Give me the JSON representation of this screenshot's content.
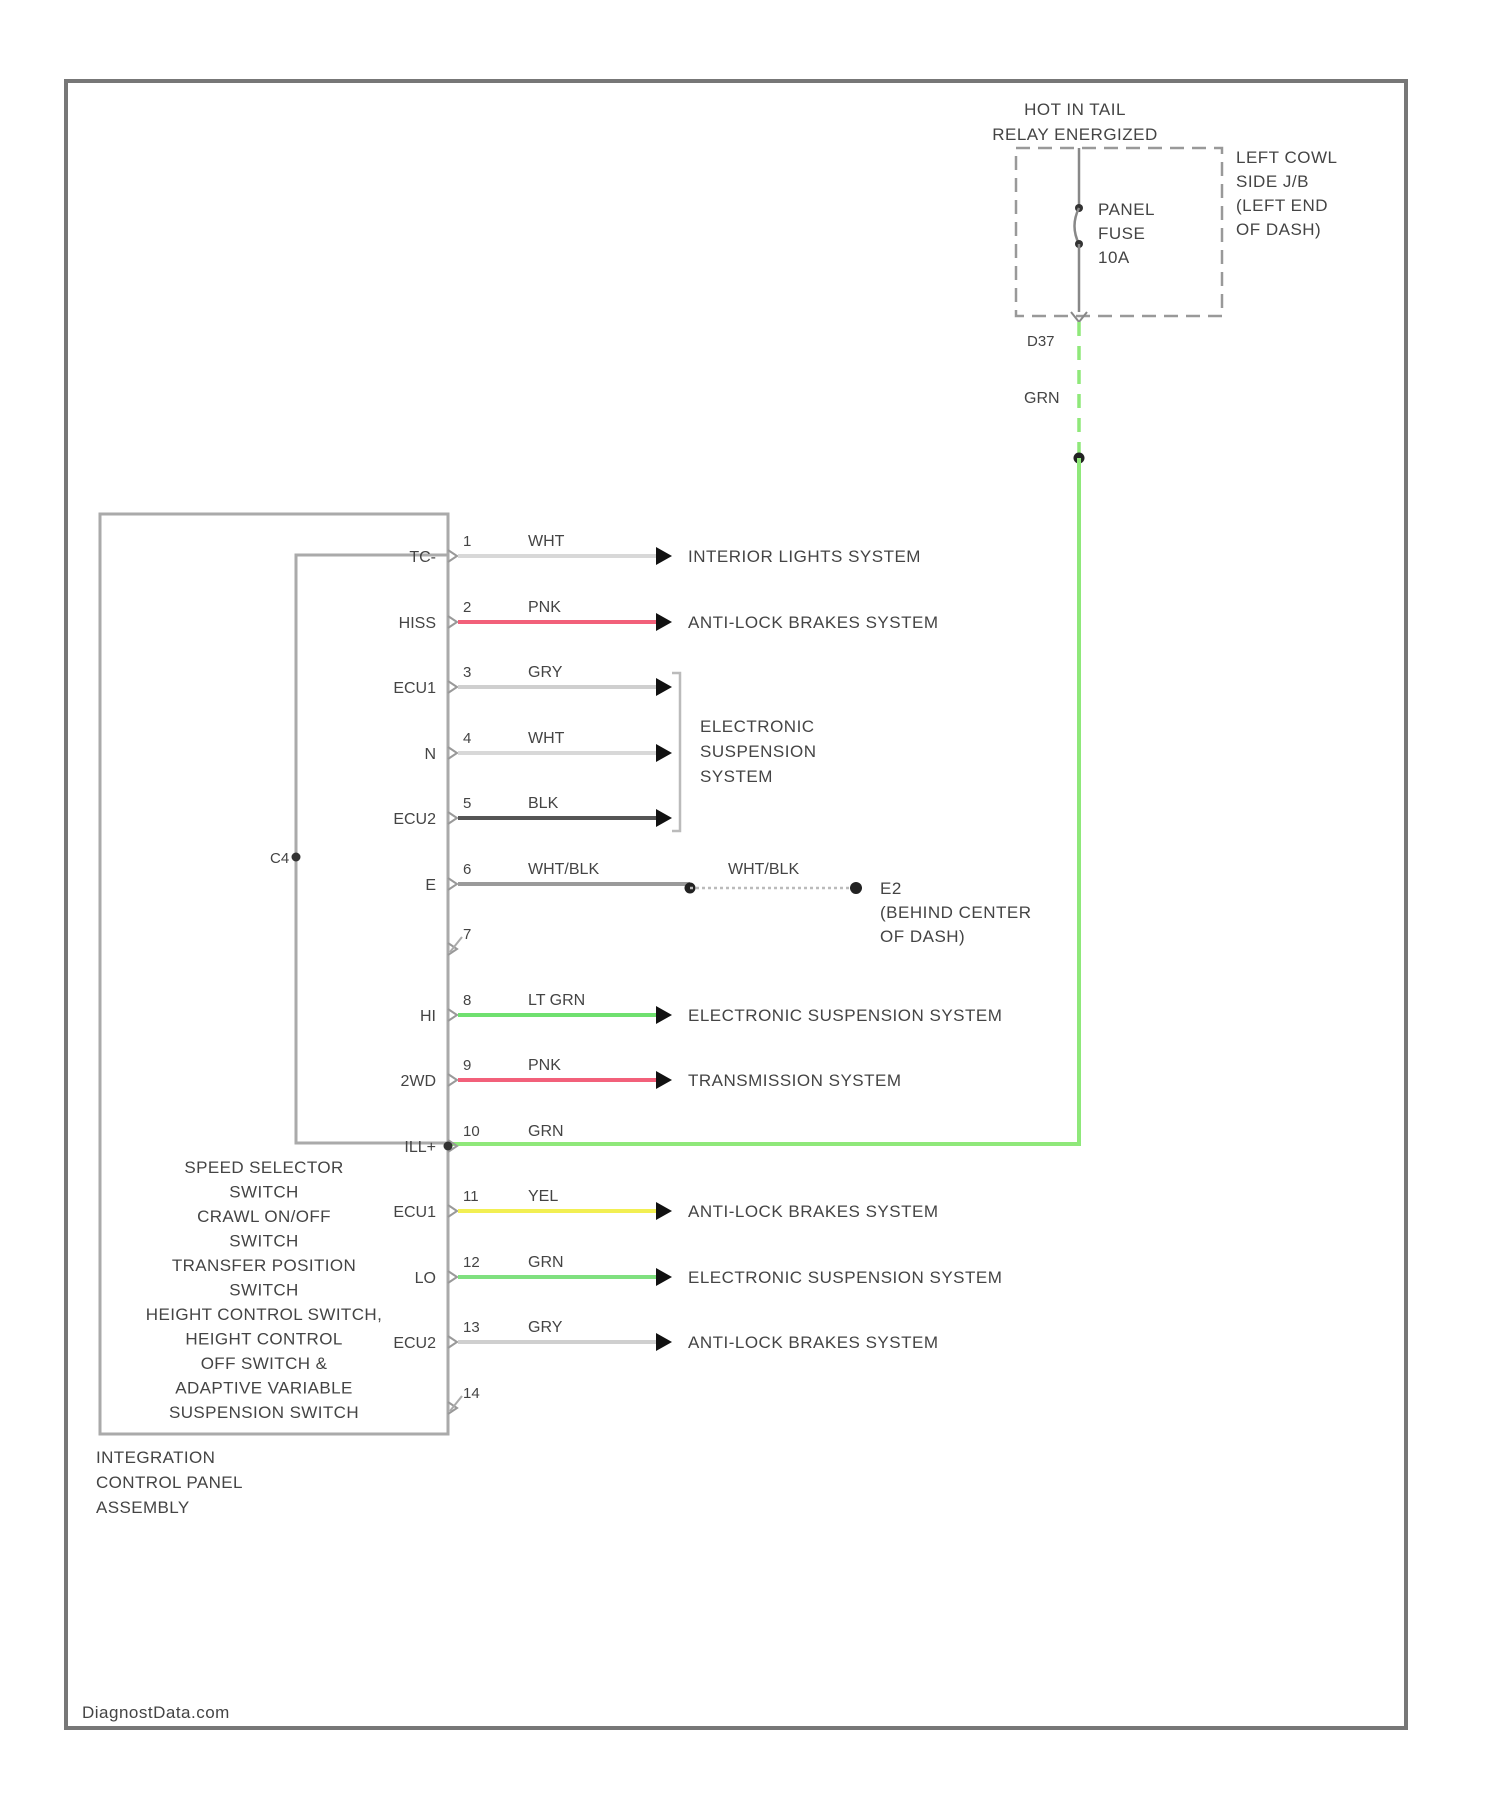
{
  "fuse_box": {
    "hot_label": [
      "HOT IN TAIL",
      "RELAY ENERGIZED"
    ],
    "fuse_label": [
      "PANEL",
      "FUSE",
      "10A"
    ],
    "location": [
      "LEFT COWL",
      "SIDE J/B",
      "(LEFT END",
      "OF DASH)"
    ],
    "connector_id": "D37",
    "feed_color": "GRN"
  },
  "ground": {
    "label": [
      "E2",
      "(BEHIND CENTER",
      "OF DASH)"
    ],
    "wire_color": "WHT/BLK"
  },
  "component": {
    "inner_label": [
      "SPEED SELECTOR",
      "SWITCH",
      "CRAWL ON/OFF",
      "SWITCH",
      "TRANSFER POSITION",
      "SWITCH",
      "HEIGHT CONTROL SWITCH,",
      "HEIGHT CONTROL",
      "OFF SWITCH &",
      "ADAPTIVE VARIABLE",
      "SUSPENSION SWITCH"
    ],
    "outer_label": [
      "INTEGRATION",
      "CONTROL PANEL",
      "ASSEMBLY"
    ],
    "connector_id": "C4"
  },
  "pins": [
    {
      "pin": "1",
      "code": "TC-",
      "color_name": "WHT",
      "wire_hex": "#d8d8d8",
      "system": "INTERIOR LIGHTS SYSTEM"
    },
    {
      "pin": "2",
      "code": "HISS",
      "color_name": "PNK",
      "wire_hex": "#f2607a",
      "system": "ANTI-LOCK BRAKES SYSTEM"
    },
    {
      "pin": "3",
      "code": "ECU1",
      "color_name": "GRY",
      "wire_hex": "#cfcfcf",
      "system": ""
    },
    {
      "pin": "4",
      "code": "N",
      "color_name": "WHT",
      "wire_hex": "#d8d8d8",
      "system": ""
    },
    {
      "pin": "5",
      "code": "ECU2",
      "color_name": "BLK",
      "wire_hex": "#555555",
      "system": ""
    },
    {
      "pin": "6",
      "code": "E",
      "color_name": "WHT/BLK",
      "wire_hex": "#9a9a9a",
      "system": ""
    },
    {
      "pin": "7",
      "code": "",
      "color_name": "",
      "wire_hex": "",
      "system": ""
    },
    {
      "pin": "8",
      "code": "HI",
      "color_name": "LT GRN",
      "wire_hex": "#6fe06f",
      "system": "ELECTRONIC SUSPENSION SYSTEM"
    },
    {
      "pin": "9",
      "code": "2WD",
      "color_name": "PNK",
      "wire_hex": "#f2607a",
      "system": "TRANSMISSION SYSTEM"
    },
    {
      "pin": "10",
      "code": "ILL+",
      "color_name": "GRN",
      "wire_hex": "#8fe87a",
      "system": ""
    },
    {
      "pin": "11",
      "code": "ECU1",
      "color_name": "YEL",
      "wire_hex": "#f2ef52",
      "system": "ANTI-LOCK BRAKES SYSTEM"
    },
    {
      "pin": "12",
      "code": "LO",
      "color_name": "GRN",
      "wire_hex": "#7fe07f",
      "system": "ELECTRONIC SUSPENSION SYSTEM"
    },
    {
      "pin": "13",
      "code": "ECU2",
      "color_name": "GRY",
      "wire_hex": "#cfcfcf",
      "system": "ANTI-LOCK BRAKES SYSTEM"
    },
    {
      "pin": "14",
      "code": "",
      "color_name": "",
      "wire_hex": "",
      "system": ""
    }
  ],
  "group_label": [
    "ELECTRONIC",
    "SUSPENSION",
    "SYSTEM"
  ],
  "watermark": "DiagnostData.com"
}
